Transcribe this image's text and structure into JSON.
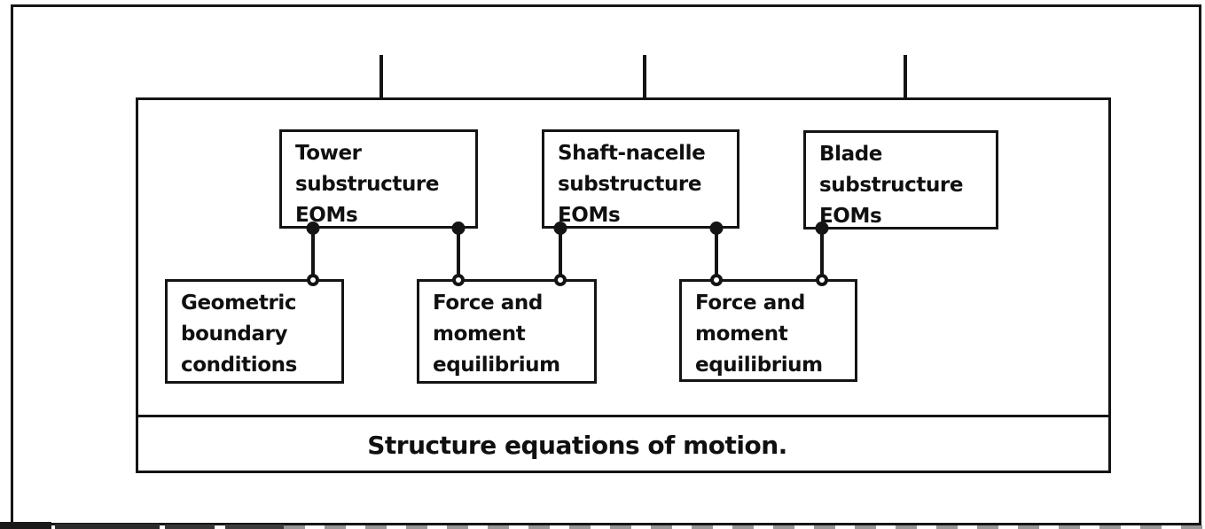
{
  "diagram": {
    "figure_type": "block-diagram",
    "bottom_label": "Structure equations of motion.",
    "top_boxes": [
      {
        "id": "tower-substructure-eoms",
        "label_lines": [
          "Tower",
          "substructure",
          "EOMs"
        ]
      },
      {
        "id": "shaft-nacelle-substructure-eoms",
        "label_lines": [
          "Shaft-nacelle",
          "substructure",
          "EOMs"
        ]
      },
      {
        "id": "blade-substructure-eoms",
        "label_lines": [
          "Blade",
          "substructure",
          "EOMs"
        ]
      }
    ],
    "mid_boxes": [
      {
        "id": "geometric-boundary-conditions",
        "label_lines": [
          "Geometric",
          "boundary",
          "conditions"
        ]
      },
      {
        "id": "force-moment-equilibrium-left",
        "label_lines": [
          "Force and",
          "moment",
          "equilibrium"
        ]
      },
      {
        "id": "force-moment-equilibrium-right",
        "label_lines": [
          "Force and",
          "moment",
          "equilibrium"
        ]
      }
    ],
    "connections": [
      {
        "from": "tower-substructure-eoms",
        "to": "geometric-boundary-conditions"
      },
      {
        "from": "tower-substructure-eoms",
        "to": "force-moment-equilibrium-left"
      },
      {
        "from": "shaft-nacelle-substructure-eoms",
        "to": "force-moment-equilibrium-left"
      },
      {
        "from": "shaft-nacelle-substructure-eoms",
        "to": "force-moment-equilibrium-right"
      },
      {
        "from": "blade-substructure-eoms",
        "to": "force-moment-equilibrium-right"
      }
    ],
    "external_input_arrows": 3,
    "colors": {
      "ink": "#141414",
      "background": "#ffffff"
    }
  }
}
